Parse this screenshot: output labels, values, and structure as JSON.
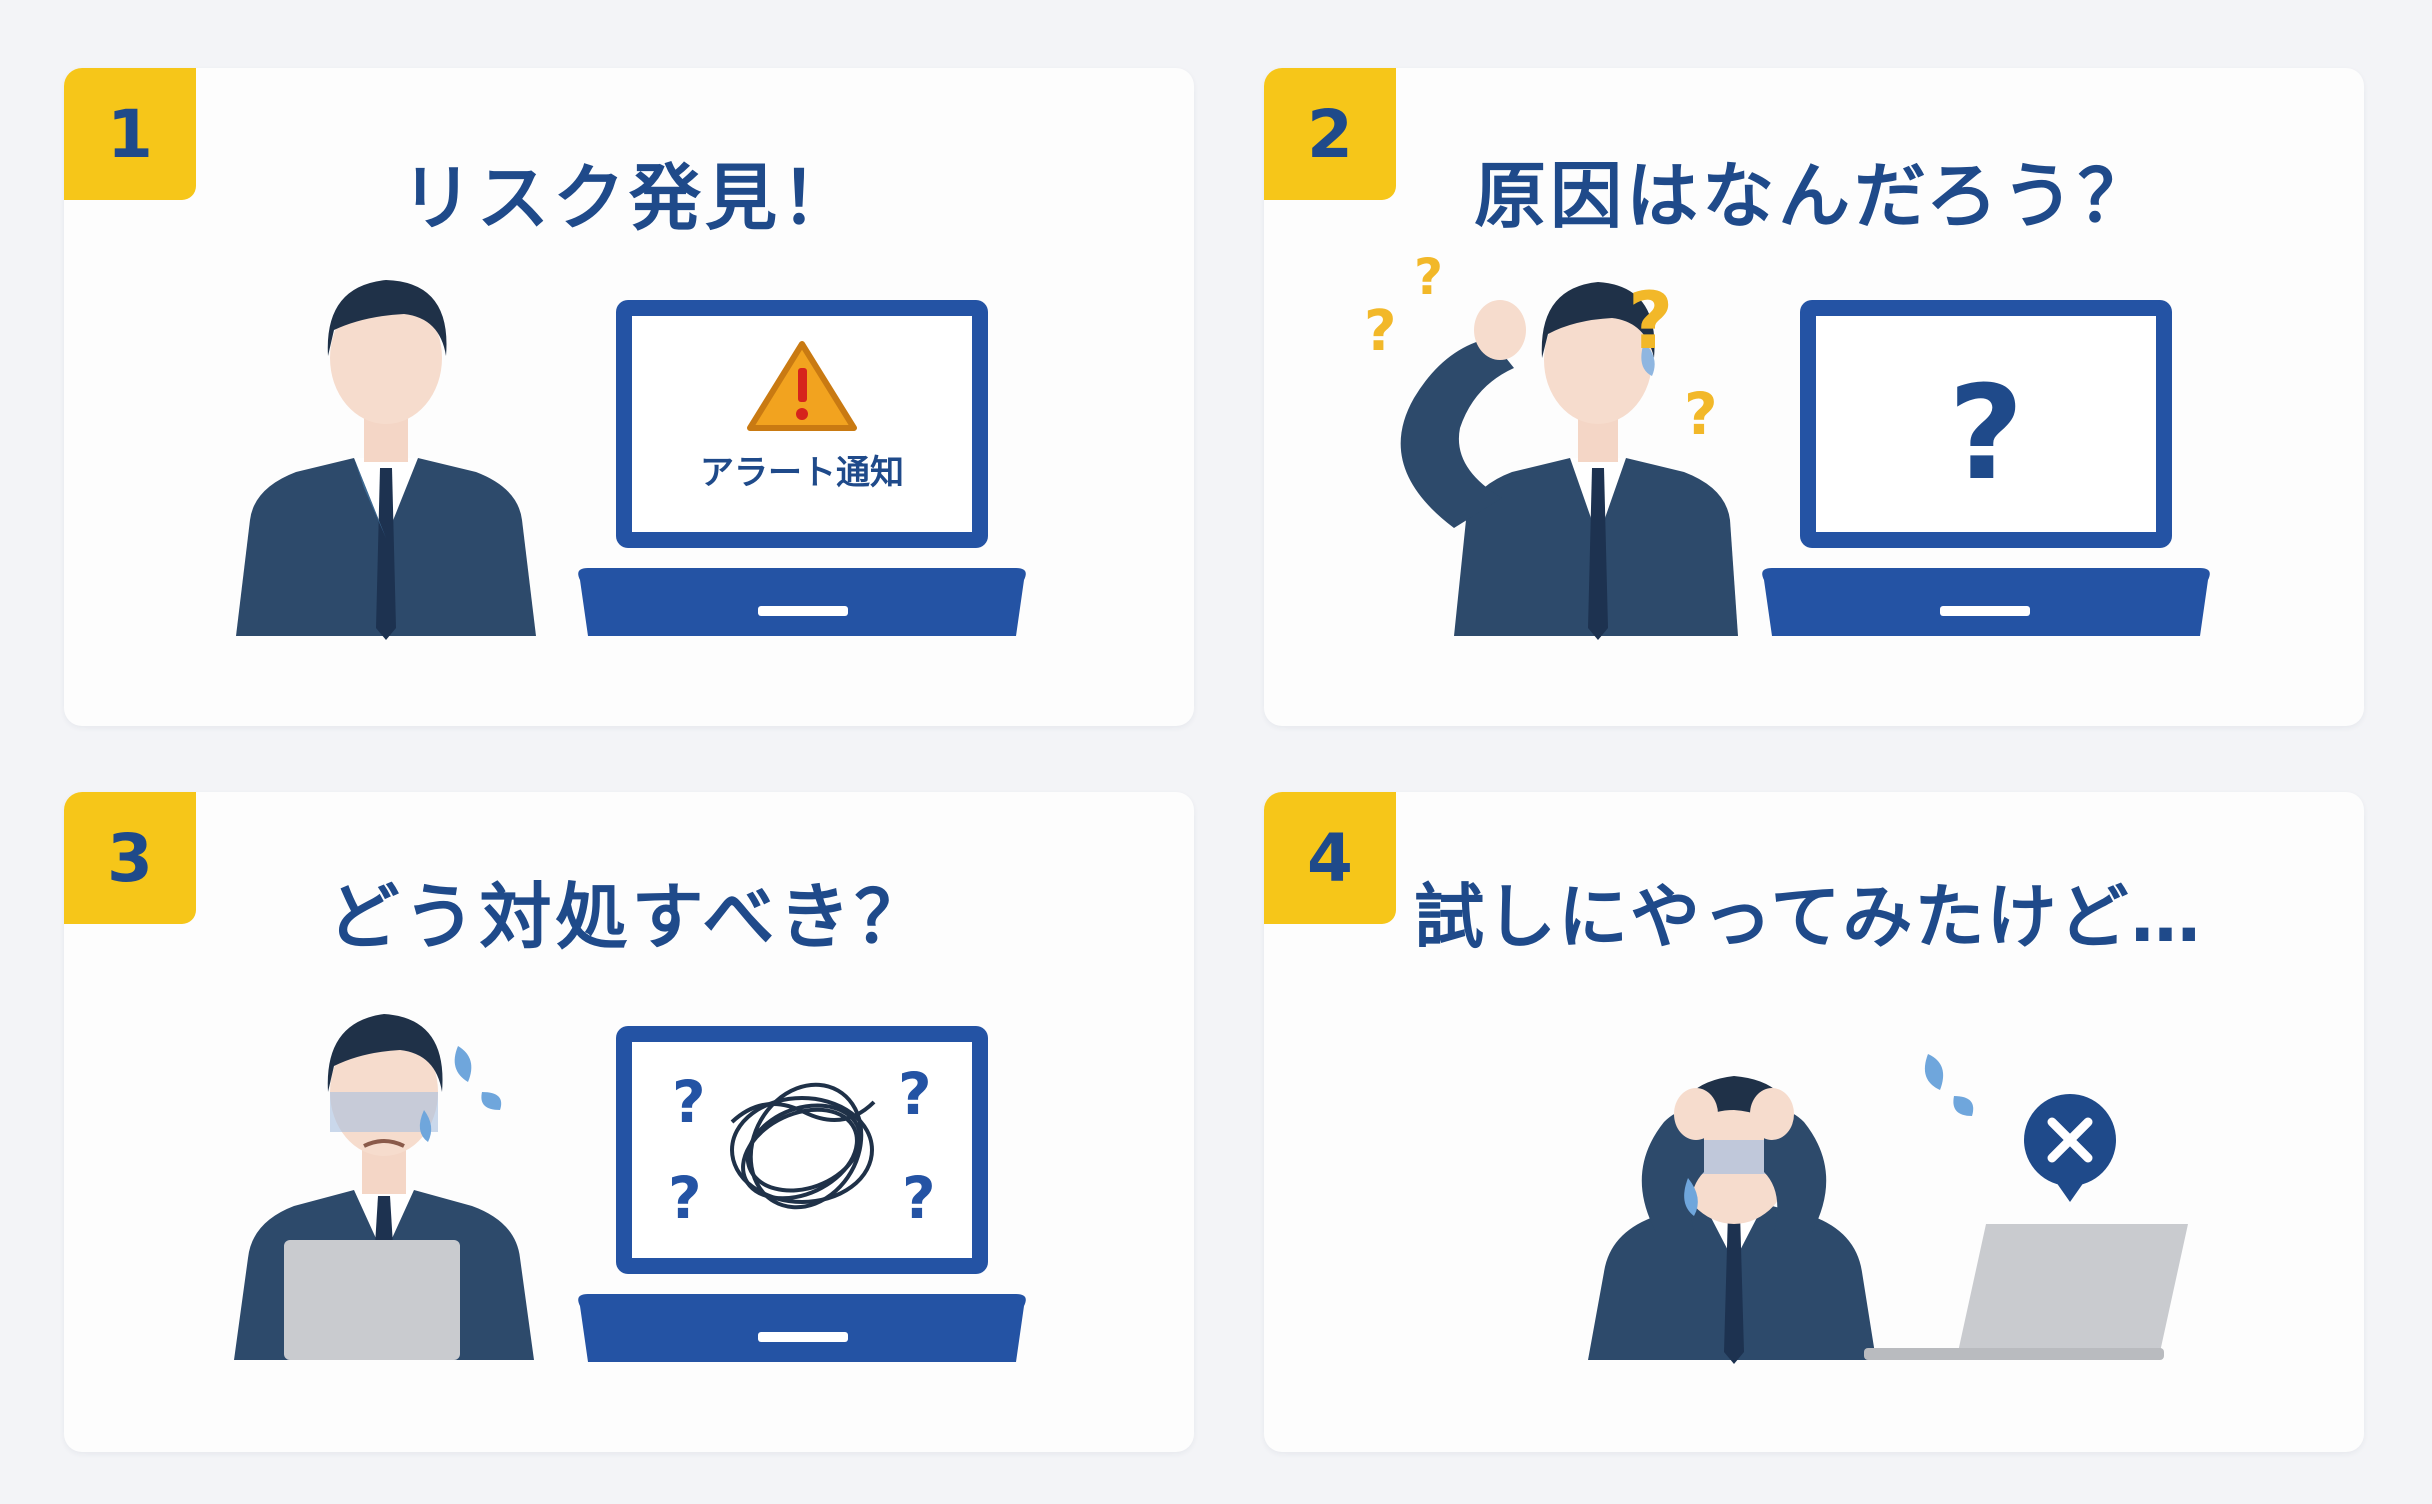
{
  "panels": [
    {
      "number": "1",
      "title": "リスク発見！",
      "screen_text": "アラート通知"
    },
    {
      "number": "2",
      "title": "原因はなんだろう？",
      "screen_text": "?"
    },
    {
      "number": "3",
      "title": "どう対処すべき？"
    },
    {
      "number": "4",
      "title": "試しにやってみたけど…"
    }
  ],
  "icons": [
    "person-icon",
    "laptop-icon",
    "warning-icon",
    "question-mark-icon",
    "tangle-icon",
    "sweat-drop-icon",
    "error-x-icon"
  ],
  "colors": {
    "brand_blue": "#1f4a8a",
    "badge_yellow": "#f6c619",
    "suit_navy": "#2d4a6b",
    "laptop_blue": "#2453a4",
    "warning_orange": "#f2a31f"
  }
}
